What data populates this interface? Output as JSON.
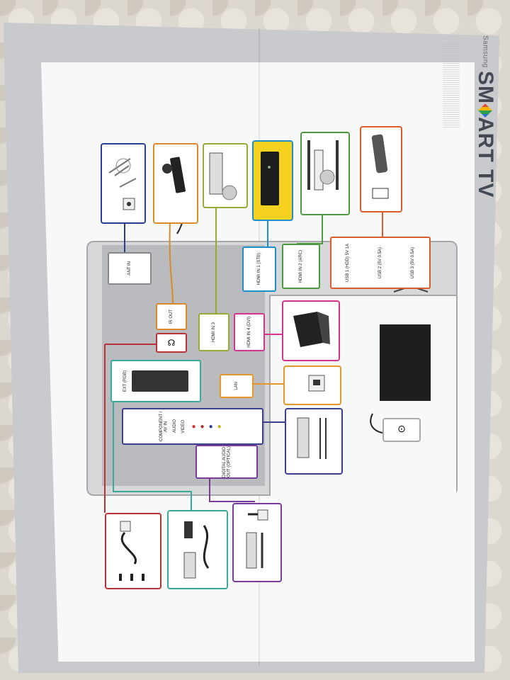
{
  "brand": {
    "maker": "Samsung",
    "product_prefix": "SM",
    "product_suffix": "ART TV"
  },
  "ports": {
    "ant_in": "ANT IN",
    "ir_out": "IR OUT",
    "hdmi_in_3": "HDMI IN 3",
    "hdmi_in_4": "HDMI IN 4 (DVI)",
    "ext_rgb": "EXT (RGB)",
    "lan": "LAN",
    "component": "COMPONENT / AV IN",
    "audio": "AUDIO",
    "video": "VIDEO",
    "digital_audio_out": "DIGITAL AUDIO OUT (OPTICAL)",
    "hdmi_in_1": "HDMI IN 1 (STB)",
    "hdmi_in_2": "HDMI IN 2 (ARC)",
    "usb_1": "USB 1 (HDD) 5V 1A",
    "usb_2": "USB 2 (5V 0.5A)",
    "usb_3": "USB 3 (5V 0.5A)"
  },
  "colors": {
    "antenna": "#2a3d8f",
    "ir": "#d98a2b",
    "hdmi3": "#9aa83a",
    "stb": "#1f8fc9",
    "arc": "#4c9a3d",
    "usb": "#e05a2c",
    "pc": "#d6338c",
    "lan": "#e8962b",
    "component": "#3a3f8f",
    "ext": "#3aa89a",
    "optical": "#7a3a9a",
    "headphone": "#b8323a"
  },
  "icons": {
    "antenna": "antenna-icon",
    "ir_blaster": "ir-blaster-icon",
    "dvd": "dvd-player-icon",
    "stb": "set-top-box-icon",
    "home_theater": "home-theater-icon",
    "usb_stick": "usb-stick-icon",
    "laptop": "laptop-icon",
    "lan_wall": "lan-wall-socket-icon",
    "rca": "rca-cable-icon",
    "power": "power-outlet-icon"
  }
}
